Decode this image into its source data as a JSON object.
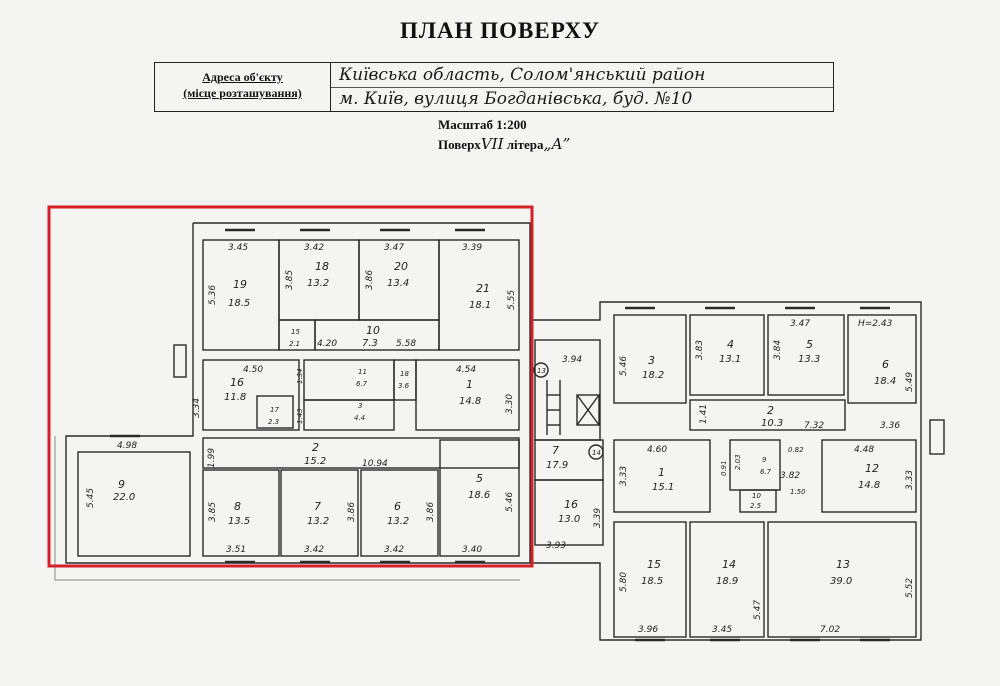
{
  "title": "ПЛАН ПОВЕРХУ",
  "address": {
    "label_line1": "Адреса об'єкту",
    "label_line2": "(місце розташування)",
    "line1": "Київська область, Солом'янський район",
    "line2": "м. Київ, вулиця Богданівська, буд. №10"
  },
  "scale": "Масштаб 1:200",
  "floor": {
    "prefix": "Поверх",
    "number": "VII",
    "litera_label": "літера",
    "litera": "„А”"
  },
  "rooms": [
    {
      "id": "19",
      "area": "18.5"
    },
    {
      "id": "18",
      "area": "13.2"
    },
    {
      "id": "20",
      "area": "13.4"
    },
    {
      "id": "21",
      "area": "18.1"
    },
    {
      "id": "15",
      "area": "2.1"
    },
    {
      "id": "10",
      "area": "7.3"
    },
    {
      "id": "16",
      "area": "11.8"
    },
    {
      "id": "17",
      "area": "2.3"
    },
    {
      "id": "11",
      "area": "6.7"
    },
    {
      "id": "18a",
      "label": "18",
      "area": "3.6"
    },
    {
      "id": "3",
      "area": "4.4"
    },
    {
      "id": "1",
      "area": "14.8"
    },
    {
      "id": "2",
      "area": "15.2"
    },
    {
      "id": "9",
      "area": "22.0"
    },
    {
      "id": "8",
      "area": "13.5"
    },
    {
      "id": "7",
      "area": "13.2"
    },
    {
      "id": "6",
      "area": "13.2"
    },
    {
      "id": "5",
      "area": "18.6"
    },
    {
      "id": "7r",
      "label": "7",
      "area": "17.9"
    },
    {
      "id": "16r",
      "label": "16",
      "area": "13.0"
    },
    {
      "id": "3r",
      "label": "3",
      "area": "18.2"
    },
    {
      "id": "4r",
      "label": "4",
      "area": "13.1"
    },
    {
      "id": "5r",
      "label": "5",
      "area": "13.3"
    },
    {
      "id": "6r",
      "label": "6",
      "area": "18.4"
    },
    {
      "id": "2r",
      "label": "2",
      "area": "10.3"
    },
    {
      "id": "1r",
      "label": "1",
      "area": "15.1"
    },
    {
      "id": "9r",
      "label": "9",
      "area": "6.7"
    },
    {
      "id": "10r",
      "label": "10",
      "area": "2.5"
    },
    {
      "id": "12r",
      "label": "12",
      "area": "14.8"
    },
    {
      "id": "15r",
      "label": "15",
      "area": "18.5"
    },
    {
      "id": "14r",
      "label": "14",
      "area": "18.9"
    },
    {
      "id": "13r",
      "label": "13",
      "area": "39.0"
    }
  ],
  "dimensions": [
    "3.45",
    "3.42",
    "3.47",
    "3.39",
    "5.36",
    "3.85",
    "3.86",
    "5.55",
    "4.20",
    "5.58",
    "4.50",
    "4.54",
    "3.34",
    "3.30",
    "4.98",
    "1.99",
    "10.94",
    "5.45",
    "3.85",
    "3.86",
    "3.86",
    "5.46",
    "3.51",
    "3.42",
    "3.42",
    "3.40",
    "3.94",
    "3.93",
    "3.33",
    "3.39",
    "5.46",
    "3.83",
    "3.84",
    "3.47",
    "H=2.43",
    "5.49",
    "1.41",
    "7.32",
    "3.36",
    "4.60",
    "3.82",
    "4.48",
    "3.33",
    "5.80",
    "5.47",
    "5.52",
    "3.96",
    "3.45",
    "7.02",
    "0.82",
    "1.50",
    "0.91",
    "2.03",
    "1.34",
    "1.43"
  ],
  "markers": [
    "13",
    "14"
  ],
  "highlight_color": "#d42027"
}
